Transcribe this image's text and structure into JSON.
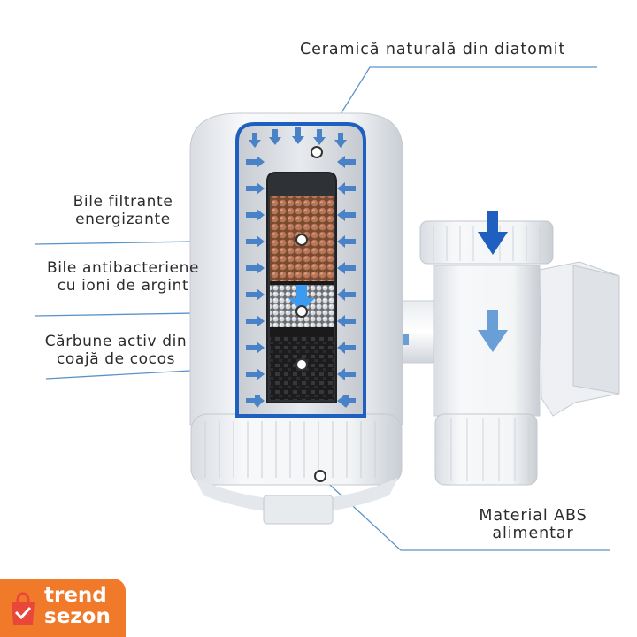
{
  "labels": {
    "ceramic": "Ceramică naturală din diatomit",
    "bile_line1": "Bile filtrante",
    "bile_line2": "energizante",
    "anti_line1": "Bile antibacteriene",
    "anti_line2": "cu ioni de argint",
    "carbune_line1": "Cărbune activ din",
    "carbune_line2": "coajă de cocos",
    "abs_line1": "Material ABS",
    "abs_line2": "alimentar"
  },
  "logo": {
    "line1": "trend",
    "line2": "sezon",
    "bag_icon": "shopping-bag-icon"
  },
  "colors": {
    "accent_blue": "#1f5fbf",
    "flow_arrow": "#4a82c8",
    "leader_line": "#5b93c9",
    "logo_orange": "#f0792a"
  }
}
